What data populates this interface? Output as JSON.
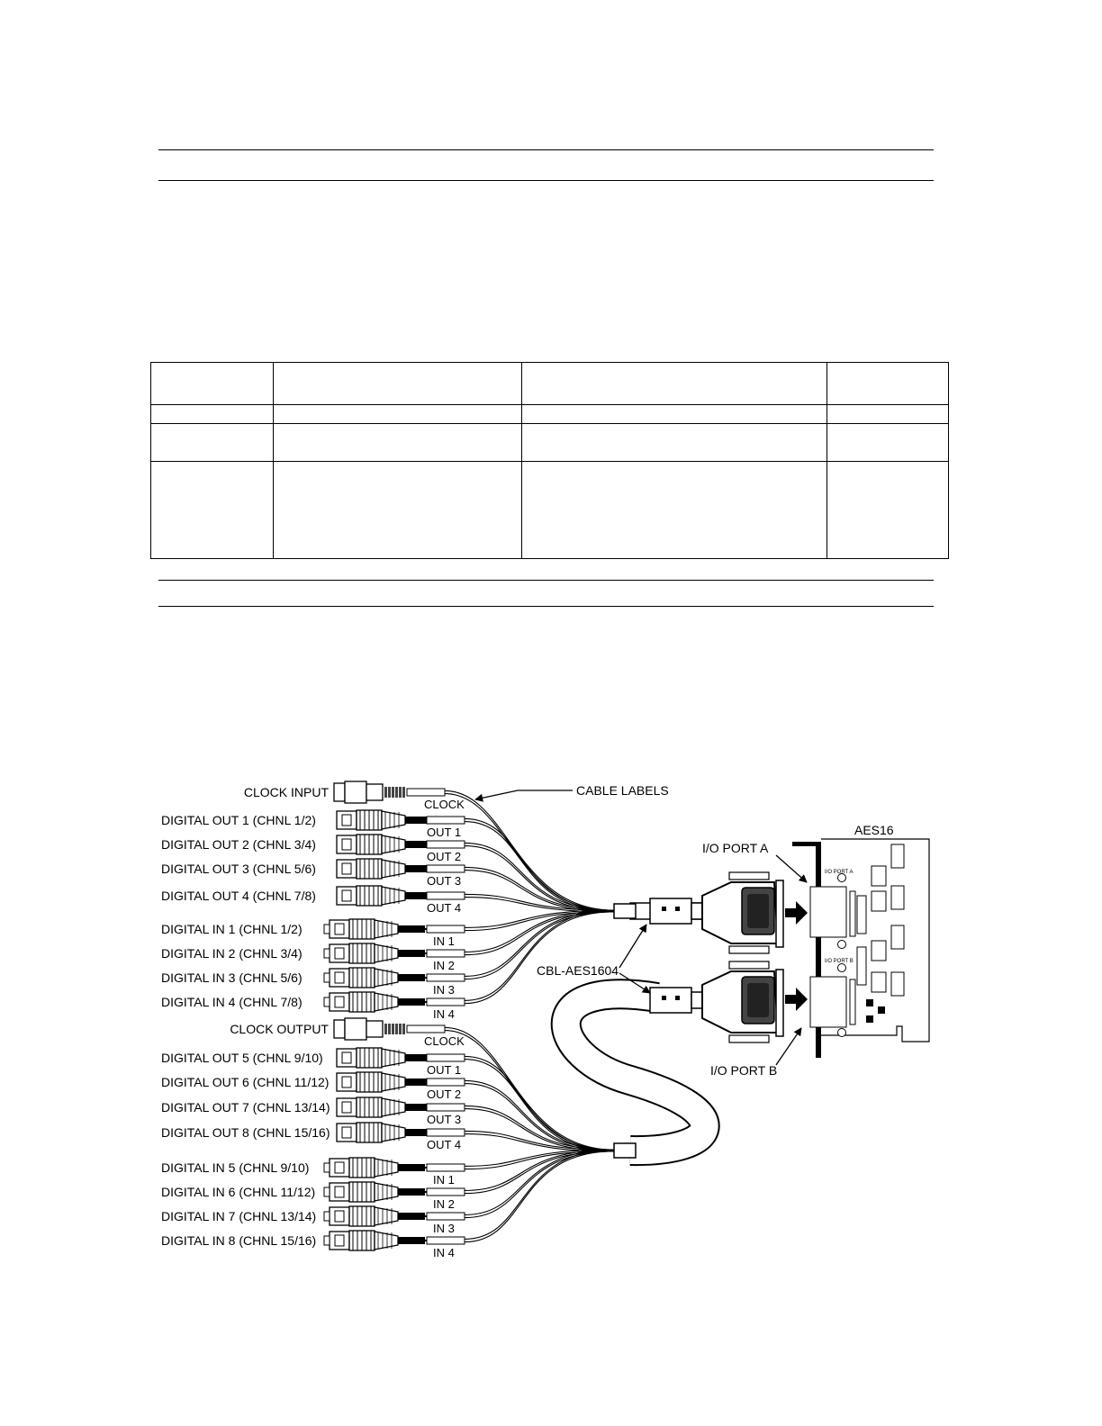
{
  "figure": {
    "left_connectors": [
      {
        "label": "CLOCK INPUT",
        "tag": "CLOCK",
        "kind": "clock"
      },
      {
        "label": "DIGITAL OUT 1 (CHNL 1/2)",
        "tag": "OUT 1",
        "kind": "out"
      },
      {
        "label": "DIGITAL OUT 2 (CHNL 3/4)",
        "tag": "OUT 2",
        "kind": "out"
      },
      {
        "label": "DIGITAL OUT 3 (CHNL 5/6)",
        "tag": "OUT 3",
        "kind": "out"
      },
      {
        "label": "DIGITAL OUT 4 (CHNL 7/8)",
        "tag": "OUT 4",
        "kind": "out"
      },
      {
        "label": "DIGITAL IN 1 (CHNL 1/2)",
        "tag": "IN 1",
        "kind": "in"
      },
      {
        "label": "DIGITAL IN 2 (CHNL 3/4)",
        "tag": "IN 2",
        "kind": "in"
      },
      {
        "label": "DIGITAL IN 3 (CHNL 5/6)",
        "tag": "IN 3",
        "kind": "in"
      },
      {
        "label": "DIGITAL IN 4 (CHNL 7/8)",
        "tag": "IN 4",
        "kind": "in"
      },
      {
        "label": "CLOCK OUTPUT",
        "tag": "CLOCK",
        "kind": "clock"
      },
      {
        "label": "DIGITAL OUT 5 (CHNL 9/10)",
        "tag": "OUT 1",
        "kind": "out"
      },
      {
        "label": "DIGITAL OUT 6 (CHNL 11/12)",
        "tag": "OUT 2",
        "kind": "out"
      },
      {
        "label": "DIGITAL OUT 7 (CHNL 13/14)",
        "tag": "OUT 3",
        "kind": "out"
      },
      {
        "label": "DIGITAL OUT 8 (CHNL 15/16)",
        "tag": "OUT 4",
        "kind": "out"
      },
      {
        "label": "DIGITAL IN 5 (CHNL 9/10)",
        "tag": "IN 1",
        "kind": "in"
      },
      {
        "label": "DIGITAL IN 6 (CHNL 11/12)",
        "tag": "IN 2",
        "kind": "in"
      },
      {
        "label": "DIGITAL IN 7 (CHNL 13/14)",
        "tag": "IN 3",
        "kind": "in"
      },
      {
        "label": "DIGITAL IN 8 (CHNL 15/16)",
        "tag": "IN 4",
        "kind": "in"
      }
    ],
    "cable_labels": "CABLE LABELS",
    "cable_name": "CBL-AES1604",
    "card_name": "AES16",
    "port_a": "I/O PORT A",
    "port_b": "I/O PORT B",
    "pcb_port_a": "I/O PORT A",
    "pcb_port_b": "I/O PORT B"
  }
}
